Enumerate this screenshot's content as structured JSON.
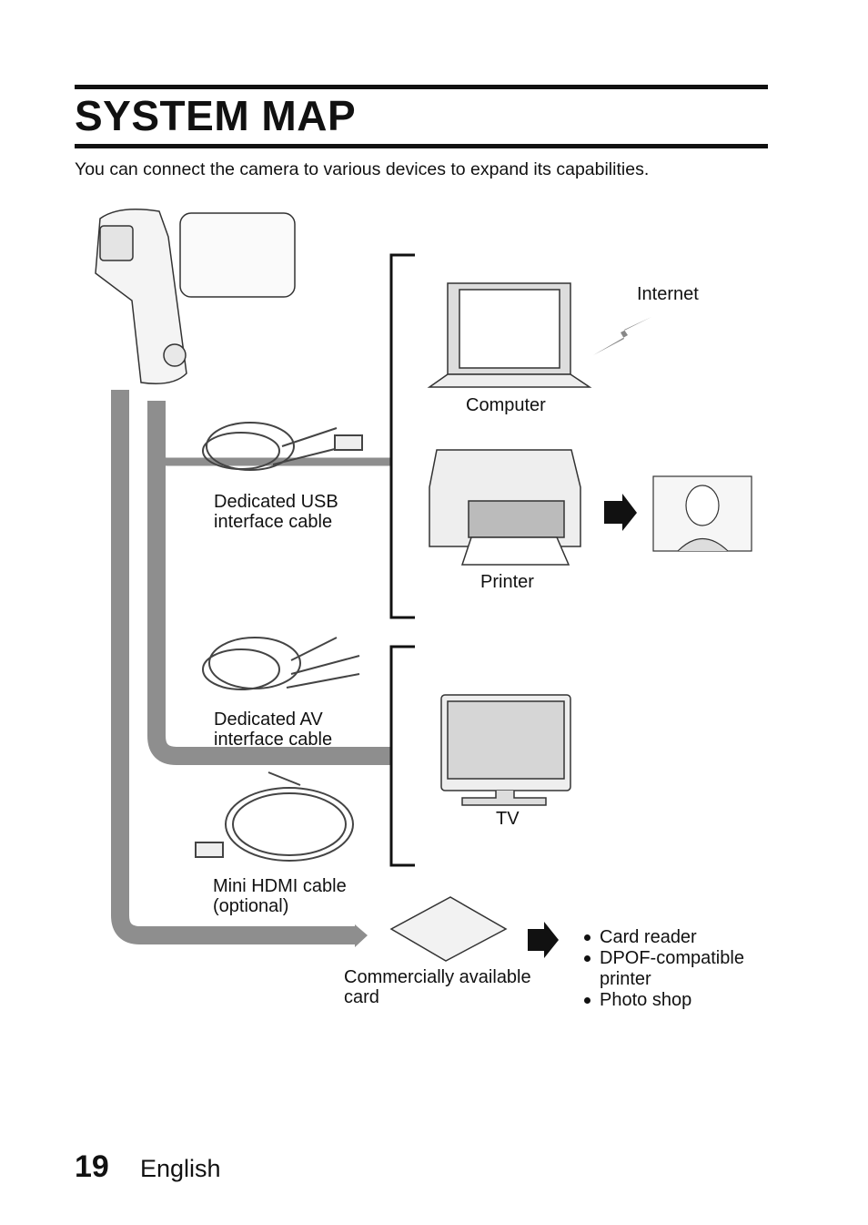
{
  "header": {
    "title": "SYSTEM MAP",
    "intro": "You can connect the camera to various devices to expand its capabilities."
  },
  "labels": {
    "internet": "Internet",
    "computer": "Computer",
    "printer": "Printer",
    "tv": "TV",
    "usb_cable": [
      "Dedicated USB",
      "interface cable"
    ],
    "av_cable": [
      "Dedicated AV",
      "interface cable"
    ],
    "hdmi_cable": [
      "Mini HDMI cable",
      "(optional)"
    ],
    "card": [
      "Commercially available",
      "card"
    ]
  },
  "card_uses": [
    "Card reader",
    "DPOF-compatible printer",
    "Photo shop"
  ],
  "footer": {
    "page_number": "19",
    "language": "English"
  },
  "colors": {
    "connector": "#8e8e8e",
    "text": "#111111"
  }
}
